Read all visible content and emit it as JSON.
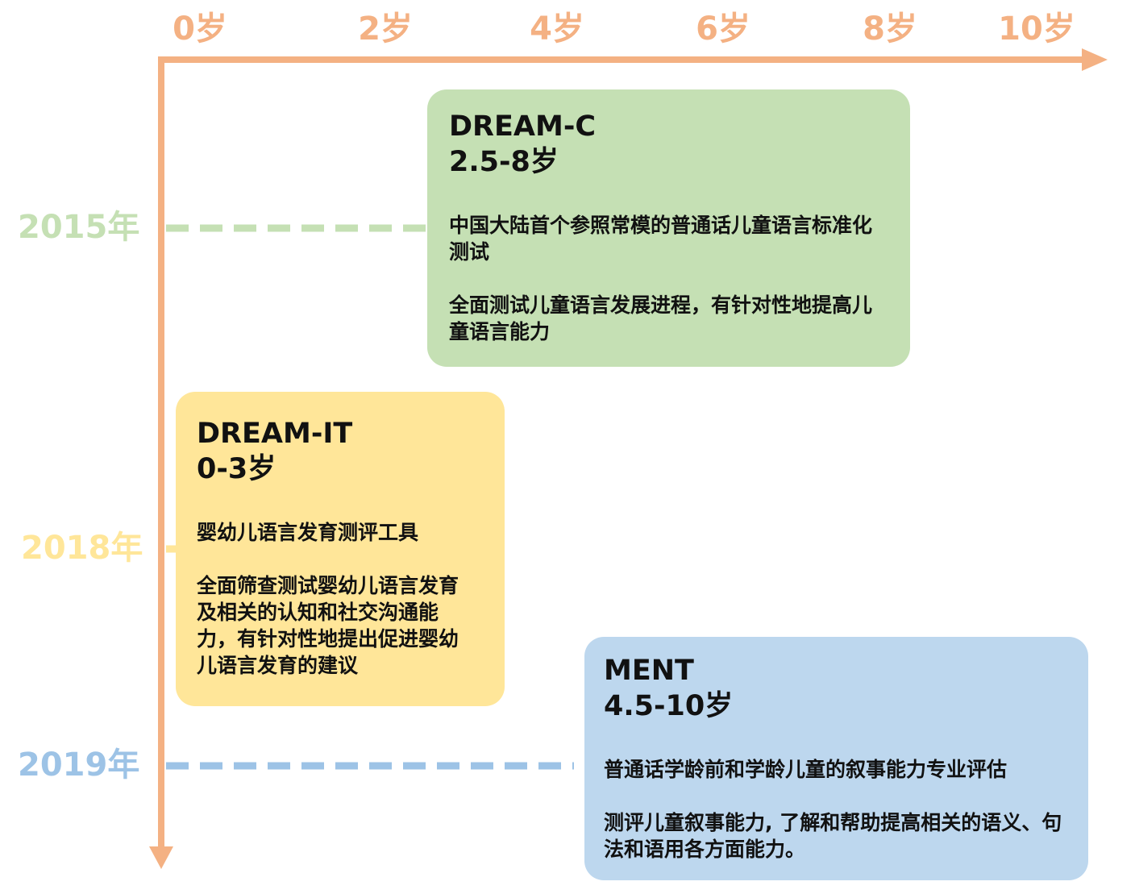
{
  "colors": {
    "axis": "#f4b183",
    "green": "#c5e0b4",
    "green_line": "#c5e0b4",
    "green_year": "#c5e0b4",
    "yellow": "#ffe699",
    "yellow_year": "#ffe699",
    "blue": "#bdd7ee",
    "blue_line": "#9dc3e6",
    "blue_year": "#9dc3e6"
  },
  "age_axis": {
    "labels": [
      "0岁",
      "2岁",
      "4岁",
      "6岁",
      "8岁",
      "10岁"
    ]
  },
  "years": [
    "2015年",
    "2018年",
    "2019年"
  ],
  "tools": [
    {
      "name": "DREAM-C",
      "range": "2.5-8岁",
      "desc1": "中国大陆首个参照常模的普通话儿童语言标准化测试",
      "desc2": "全面测试儿童语言发展进程，有针对性地提高儿童语言能力"
    },
    {
      "name": "DREAM-IT",
      "range": "0-3岁",
      "desc1": "婴幼儿语言发育测评工具",
      "desc2": "全面筛查测试婴幼儿语言发育及相关的认知和社交沟通能力，有针对性地提出促进婴幼儿语言发育的建议"
    },
    {
      "name": "MENT",
      "range": "4.5-10岁",
      "desc1": "普通话学龄前和学龄儿童的叙事能力专业评估",
      "desc2": "测评儿童叙事能力, 了解和帮助提高相关的语义、句法和语用各方面能力。"
    }
  ]
}
